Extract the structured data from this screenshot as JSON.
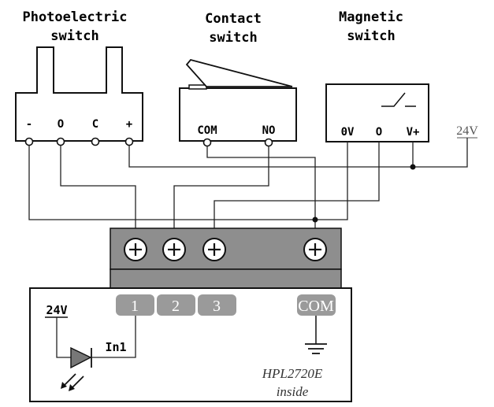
{
  "photoelectric": {
    "title_line1": "Photoelectric",
    "title_line2": "switch",
    "terminals": [
      "-",
      "O",
      "C",
      "+"
    ]
  },
  "contact": {
    "title_line1": "Contact",
    "title_line2": "switch",
    "terminals": [
      "COM",
      "NO"
    ]
  },
  "magnetic": {
    "title_line1": "Magnetic",
    "title_line2": "switch",
    "terminals": [
      "0V",
      "O",
      "V+"
    ]
  },
  "supply_label": "24V",
  "module": {
    "inputs": [
      "1",
      "2",
      "3"
    ],
    "com_label": "COM",
    "supply_label": "24V",
    "input_label": "In1",
    "chip_line1": "HPL2720E",
    "chip_line2": "inside"
  }
}
